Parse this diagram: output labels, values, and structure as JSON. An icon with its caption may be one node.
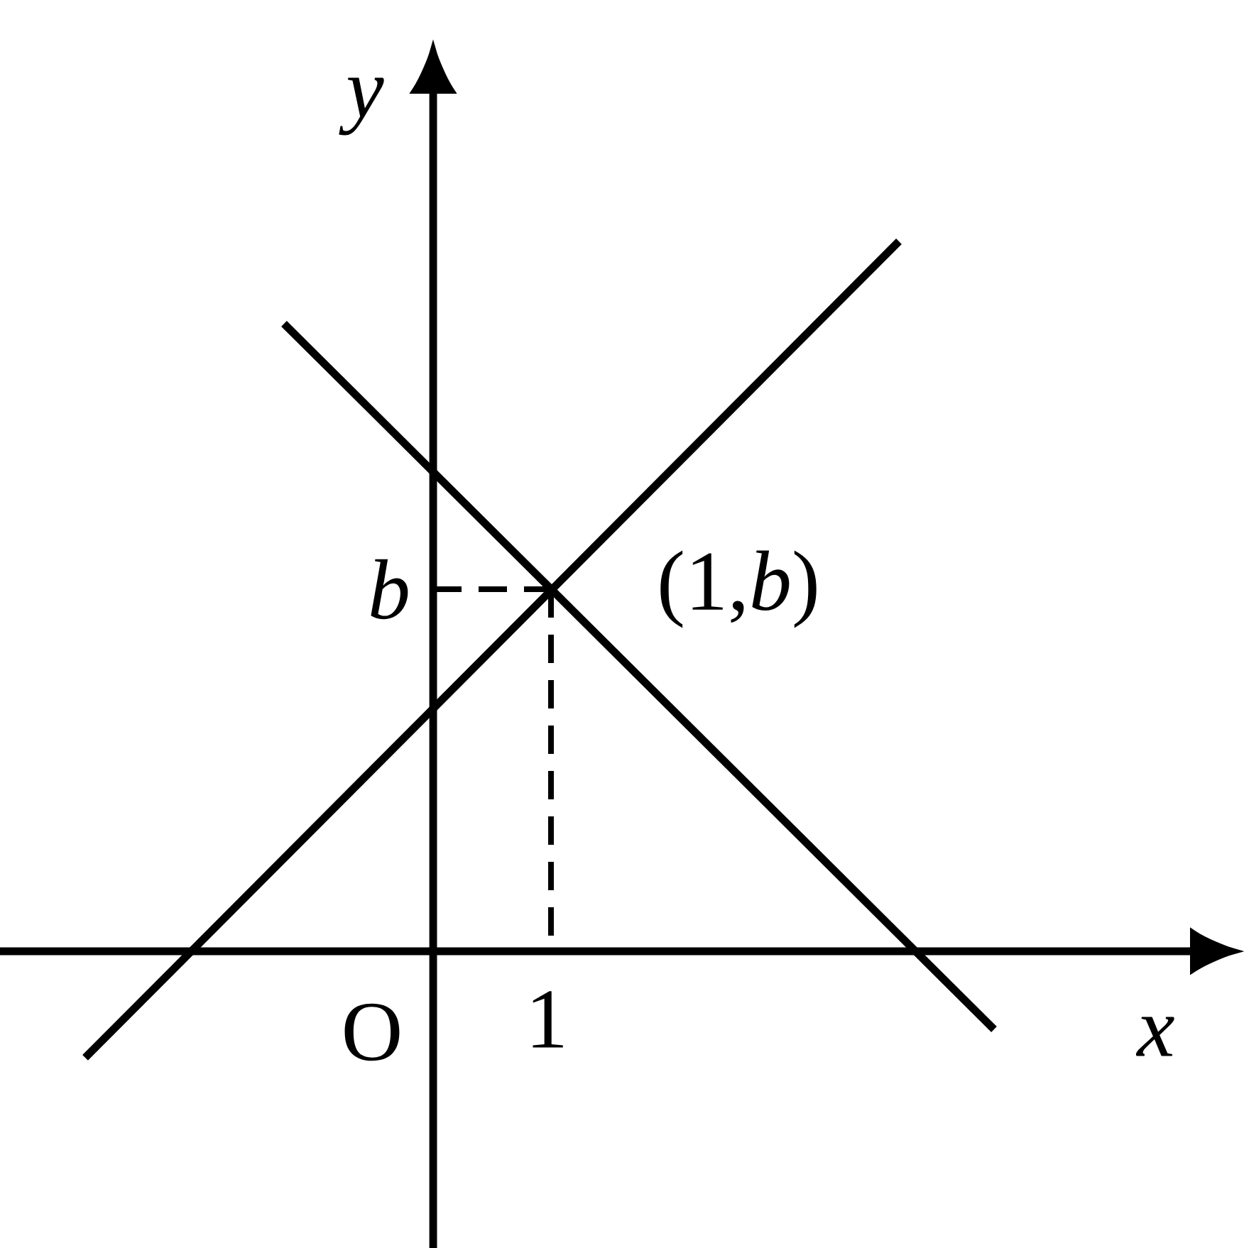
{
  "diagram": {
    "labels": [
      "y",
      "b",
      "(1,*b*)",
      "O",
      "1",
      "x"
    ]
  }
}
